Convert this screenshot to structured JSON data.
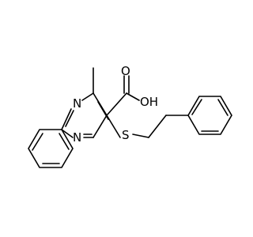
{
  "molecule": {
    "atom_labels": {
      "n1": "N",
      "n3": "N",
      "oh": "OH",
      "o_carbonyl": "O",
      "s": "S"
    }
  },
  "colors": {
    "bond": "#000000",
    "text": "#000000",
    "background": "#ffffff"
  }
}
